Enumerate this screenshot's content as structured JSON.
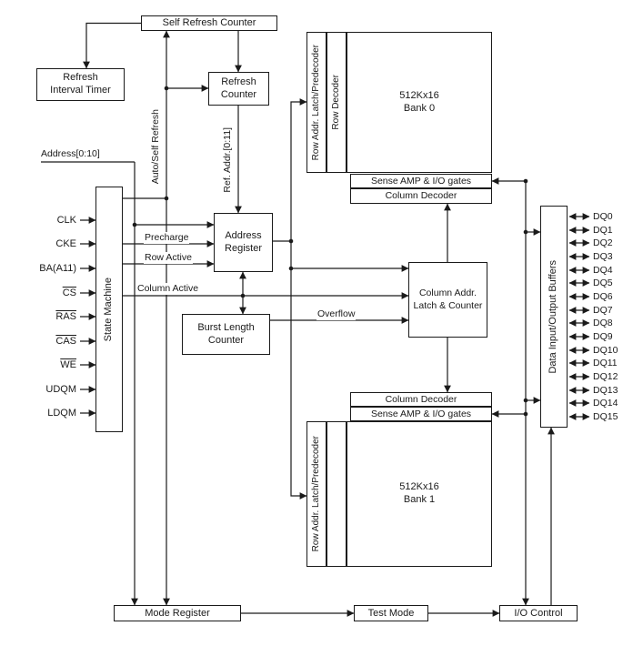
{
  "blocks": {
    "self_refresh_counter": "Self Refresh Counter",
    "refresh_interval_timer": [
      "Refresh",
      "Interval Timer"
    ],
    "refresh_counter": [
      "Refresh",
      "Counter"
    ],
    "state_machine": "State Machine",
    "address_register": [
      "Address",
      "Register"
    ],
    "burst_length_counter": [
      "Burst Length",
      "Counter"
    ],
    "column_addr_latch_counter": [
      "Column Addr.",
      "Latch & Counter"
    ],
    "bank0": {
      "row_latch": "Row Addr. Latch/Predecoder",
      "row_decoder": "Row Decoder",
      "array": [
        "512Kx16",
        "Bank 0"
      ],
      "sense_amp": "Sense AMP & I/O gates",
      "column_decoder": "Column Decoder"
    },
    "bank1": {
      "row_latch": "Row Addr. Latch/Predecoder",
      "array": [
        "512Kx16",
        "Bank 1"
      ],
      "sense_amp": "Sense AMP & I/O gates",
      "column_decoder": "Column Decoder"
    },
    "data_io_buffers": "Data Input/Output Buffers",
    "mode_register": "Mode Register",
    "test_mode": "Test Mode",
    "io_control": "I/O Control"
  },
  "signals": {
    "address_bus": "Address[0:10]",
    "auto_self_refresh": "Auto/Self Refresh",
    "ref_addr": "Ref. Addr.[0:11]",
    "precharge": "Precharge",
    "row_active": "Row Active",
    "column_active": "Column Active",
    "overflow": "Overflow"
  },
  "inputs": [
    {
      "label": "CLK",
      "active_low": false
    },
    {
      "label": "CKE",
      "active_low": false
    },
    {
      "label": "BA(A11)",
      "active_low": false
    },
    {
      "label": "CS",
      "active_low": true
    },
    {
      "label": "RAS",
      "active_low": true
    },
    {
      "label": "CAS",
      "active_low": true
    },
    {
      "label": "WE",
      "active_low": true
    },
    {
      "label": "UDQM",
      "active_low": false
    },
    {
      "label": "LDQM",
      "active_low": false
    }
  ],
  "dq": [
    "DQ0",
    "DQ1",
    "DQ2",
    "DQ3",
    "DQ4",
    "DQ5",
    "DQ6",
    "DQ7",
    "DQ8",
    "DQ9",
    "DQ10",
    "DQ11",
    "DQ12",
    "DQ13",
    "DQ14",
    "DQ15"
  ],
  "colors": {
    "line": "#1a1a1a",
    "box_border": "#1a1a1a",
    "background": "#ffffff",
    "text": "#1a1a1a"
  }
}
